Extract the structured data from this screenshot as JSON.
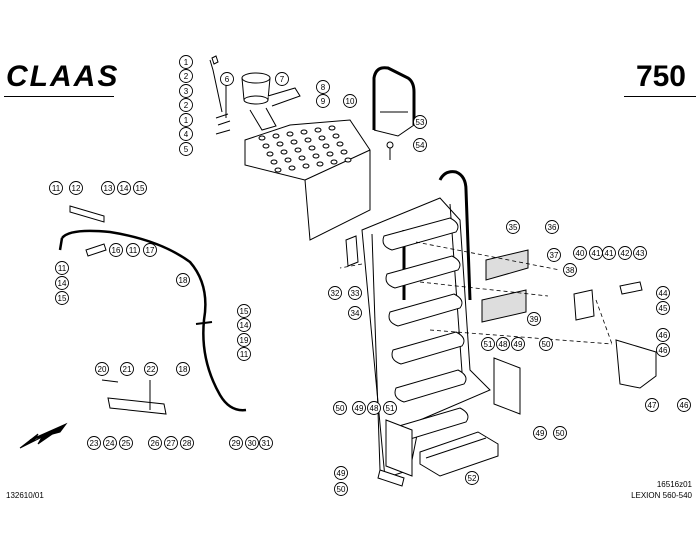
{
  "header": {
    "brand": "CLAAS",
    "page_number": "750"
  },
  "footer": {
    "doc_number": "132610/01",
    "figure_ref": "16516z01",
    "model": "LEXION 560-540"
  },
  "callouts": [
    {
      "n": "1"
    },
    {
      "n": "2"
    },
    {
      "n": "3"
    },
    {
      "n": "2"
    },
    {
      "n": "1"
    },
    {
      "n": "4"
    },
    {
      "n": "5"
    },
    {
      "n": "6"
    },
    {
      "n": "7"
    },
    {
      "n": "8"
    },
    {
      "n": "9"
    },
    {
      "n": "10"
    },
    {
      "n": "53"
    },
    {
      "n": "54"
    },
    {
      "n": "11"
    },
    {
      "n": "12"
    },
    {
      "n": "13"
    },
    {
      "n": "14"
    },
    {
      "n": "15"
    },
    {
      "n": "11"
    },
    {
      "n": "14"
    },
    {
      "n": "15"
    },
    {
      "n": "16"
    },
    {
      "n": "11"
    },
    {
      "n": "17"
    },
    {
      "n": "18"
    },
    {
      "n": "15"
    },
    {
      "n": "14"
    },
    {
      "n": "19"
    },
    {
      "n": "11"
    },
    {
      "n": "18"
    },
    {
      "n": "20"
    },
    {
      "n": "21"
    },
    {
      "n": "22"
    },
    {
      "n": "23"
    },
    {
      "n": "24"
    },
    {
      "n": "25"
    },
    {
      "n": "26"
    },
    {
      "n": "27"
    },
    {
      "n": "28"
    },
    {
      "n": "29"
    },
    {
      "n": "30"
    },
    {
      "n": "31"
    },
    {
      "n": "32"
    },
    {
      "n": "33"
    },
    {
      "n": "34"
    },
    {
      "n": "35"
    },
    {
      "n": "36"
    },
    {
      "n": "37"
    },
    {
      "n": "38"
    },
    {
      "n": "39"
    },
    {
      "n": "40"
    },
    {
      "n": "41"
    },
    {
      "n": "41"
    },
    {
      "n": "42"
    },
    {
      "n": "43"
    },
    {
      "n": "44"
    },
    {
      "n": "45"
    },
    {
      "n": "46"
    },
    {
      "n": "46"
    },
    {
      "n": "46"
    },
    {
      "n": "47"
    },
    {
      "n": "51"
    },
    {
      "n": "48"
    },
    {
      "n": "49"
    },
    {
      "n": "50"
    },
    {
      "n": "49"
    },
    {
      "n": "50"
    },
    {
      "n": "50"
    },
    {
      "n": "49"
    },
    {
      "n": "48"
    },
    {
      "n": "51"
    },
    {
      "n": "49"
    },
    {
      "n": "50"
    },
    {
      "n": "52"
    }
  ]
}
